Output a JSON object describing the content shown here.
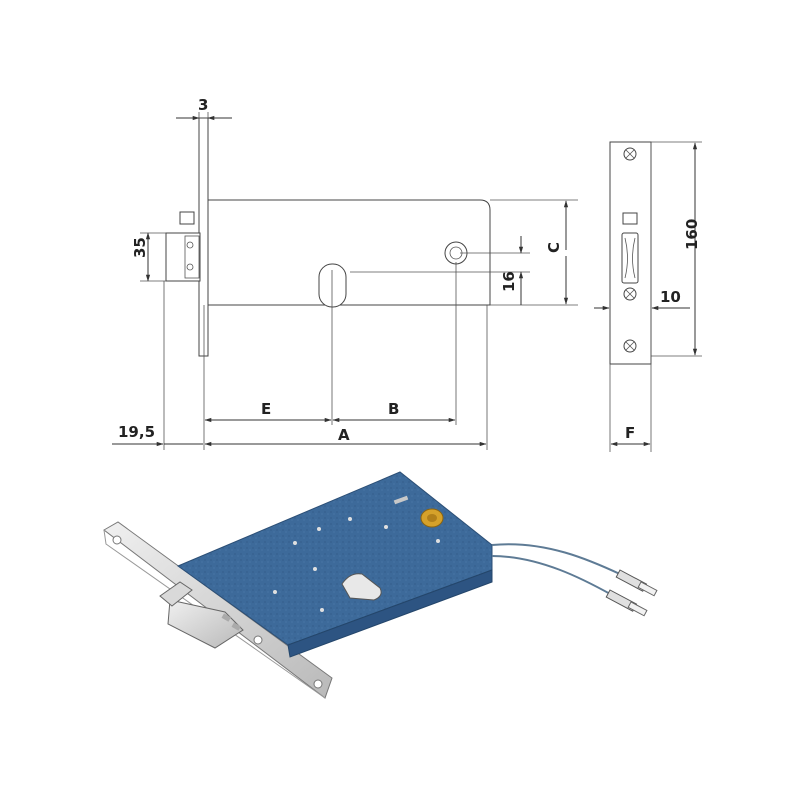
{
  "dimensions": {
    "faceplate_thickness": "3",
    "latch_height": "35",
    "backset_offset": "19,5",
    "overall_depth": "A",
    "backset_e": "E",
    "center_distance_b": "B",
    "cylinder_height_c": "C",
    "handle_offset": "16",
    "plate_height": "160",
    "plate_width": "10",
    "plate_width_f": "F"
  },
  "colors": {
    "body_blue": "#3d6a9a",
    "steel": "#d4d4d4",
    "brass": "#d5a12a"
  }
}
